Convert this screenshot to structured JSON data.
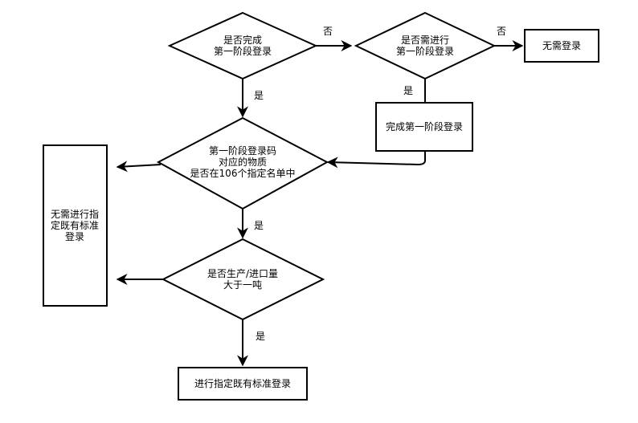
{
  "nodes": {
    "d1": [
      "是否完成",
      "第一阶段登录"
    ],
    "d2": [
      "是否需进行",
      "第一阶段登录"
    ],
    "r_no_login": [
      "无需登录"
    ],
    "r_complete_first": [
      "完成第一阶段登录"
    ],
    "d3": [
      "第一阶段登录码",
      "对应的物质",
      "是否在106个指定名单中"
    ],
    "r_no_designate": [
      "无需进行指",
      "定既有标准",
      "登录"
    ],
    "d4": [
      "是否生产/进口量",
      "大于一吨"
    ],
    "r_designate": [
      "进行指定既有标准登录"
    ]
  },
  "edge_labels": {
    "d1_no": "否",
    "d2_no": "否",
    "d1_yes": "是",
    "d2_yes": "是",
    "d3_yes": "是",
    "d4_yes": "是"
  }
}
